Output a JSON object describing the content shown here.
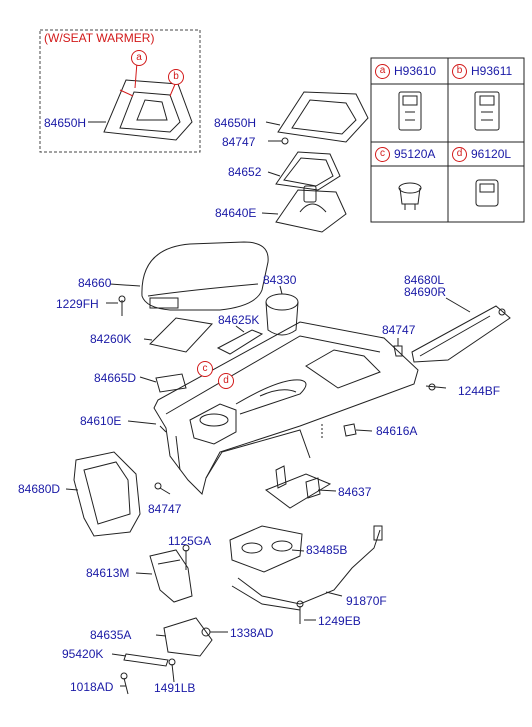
{
  "inset": {
    "title": "(W/SEAT WARMER)",
    "part": "84650H",
    "callouts": [
      "a",
      "b"
    ]
  },
  "key_table": [
    {
      "letter": "a",
      "part": "H93610"
    },
    {
      "letter": "b",
      "part": "H93611"
    },
    {
      "letter": "c",
      "part": "95120A"
    },
    {
      "letter": "d",
      "part": "96120L"
    }
  ],
  "parts": {
    "p84650H": "84650H",
    "p84747a": "84747",
    "p84652": "84652",
    "p84640E": "84640E",
    "p84660": "84660",
    "p84330": "84330",
    "p84680L": "84680L",
    "p84690R": "84690R",
    "p1229FH": "1229FH",
    "p84260K": "84260K",
    "p84625K": "84625K",
    "p84747b": "84747",
    "p84665D": "84665D",
    "p1244BF": "1244BF",
    "p84610E": "84610E",
    "p84616A": "84616A",
    "p84680D": "84680D",
    "p84637": "84637",
    "p84747c": "84747",
    "p1125GA": "1125GA",
    "p83485B": "83485B",
    "p84613M": "84613M",
    "p91870F": "91870F",
    "p1249EB": "1249EB",
    "p84635A": "84635A",
    "p1338AD": "1338AD",
    "p95420K": "95420K",
    "p1018AD": "1018AD",
    "p1491LB": "1491LB"
  },
  "main_callouts": [
    "c",
    "d"
  ]
}
